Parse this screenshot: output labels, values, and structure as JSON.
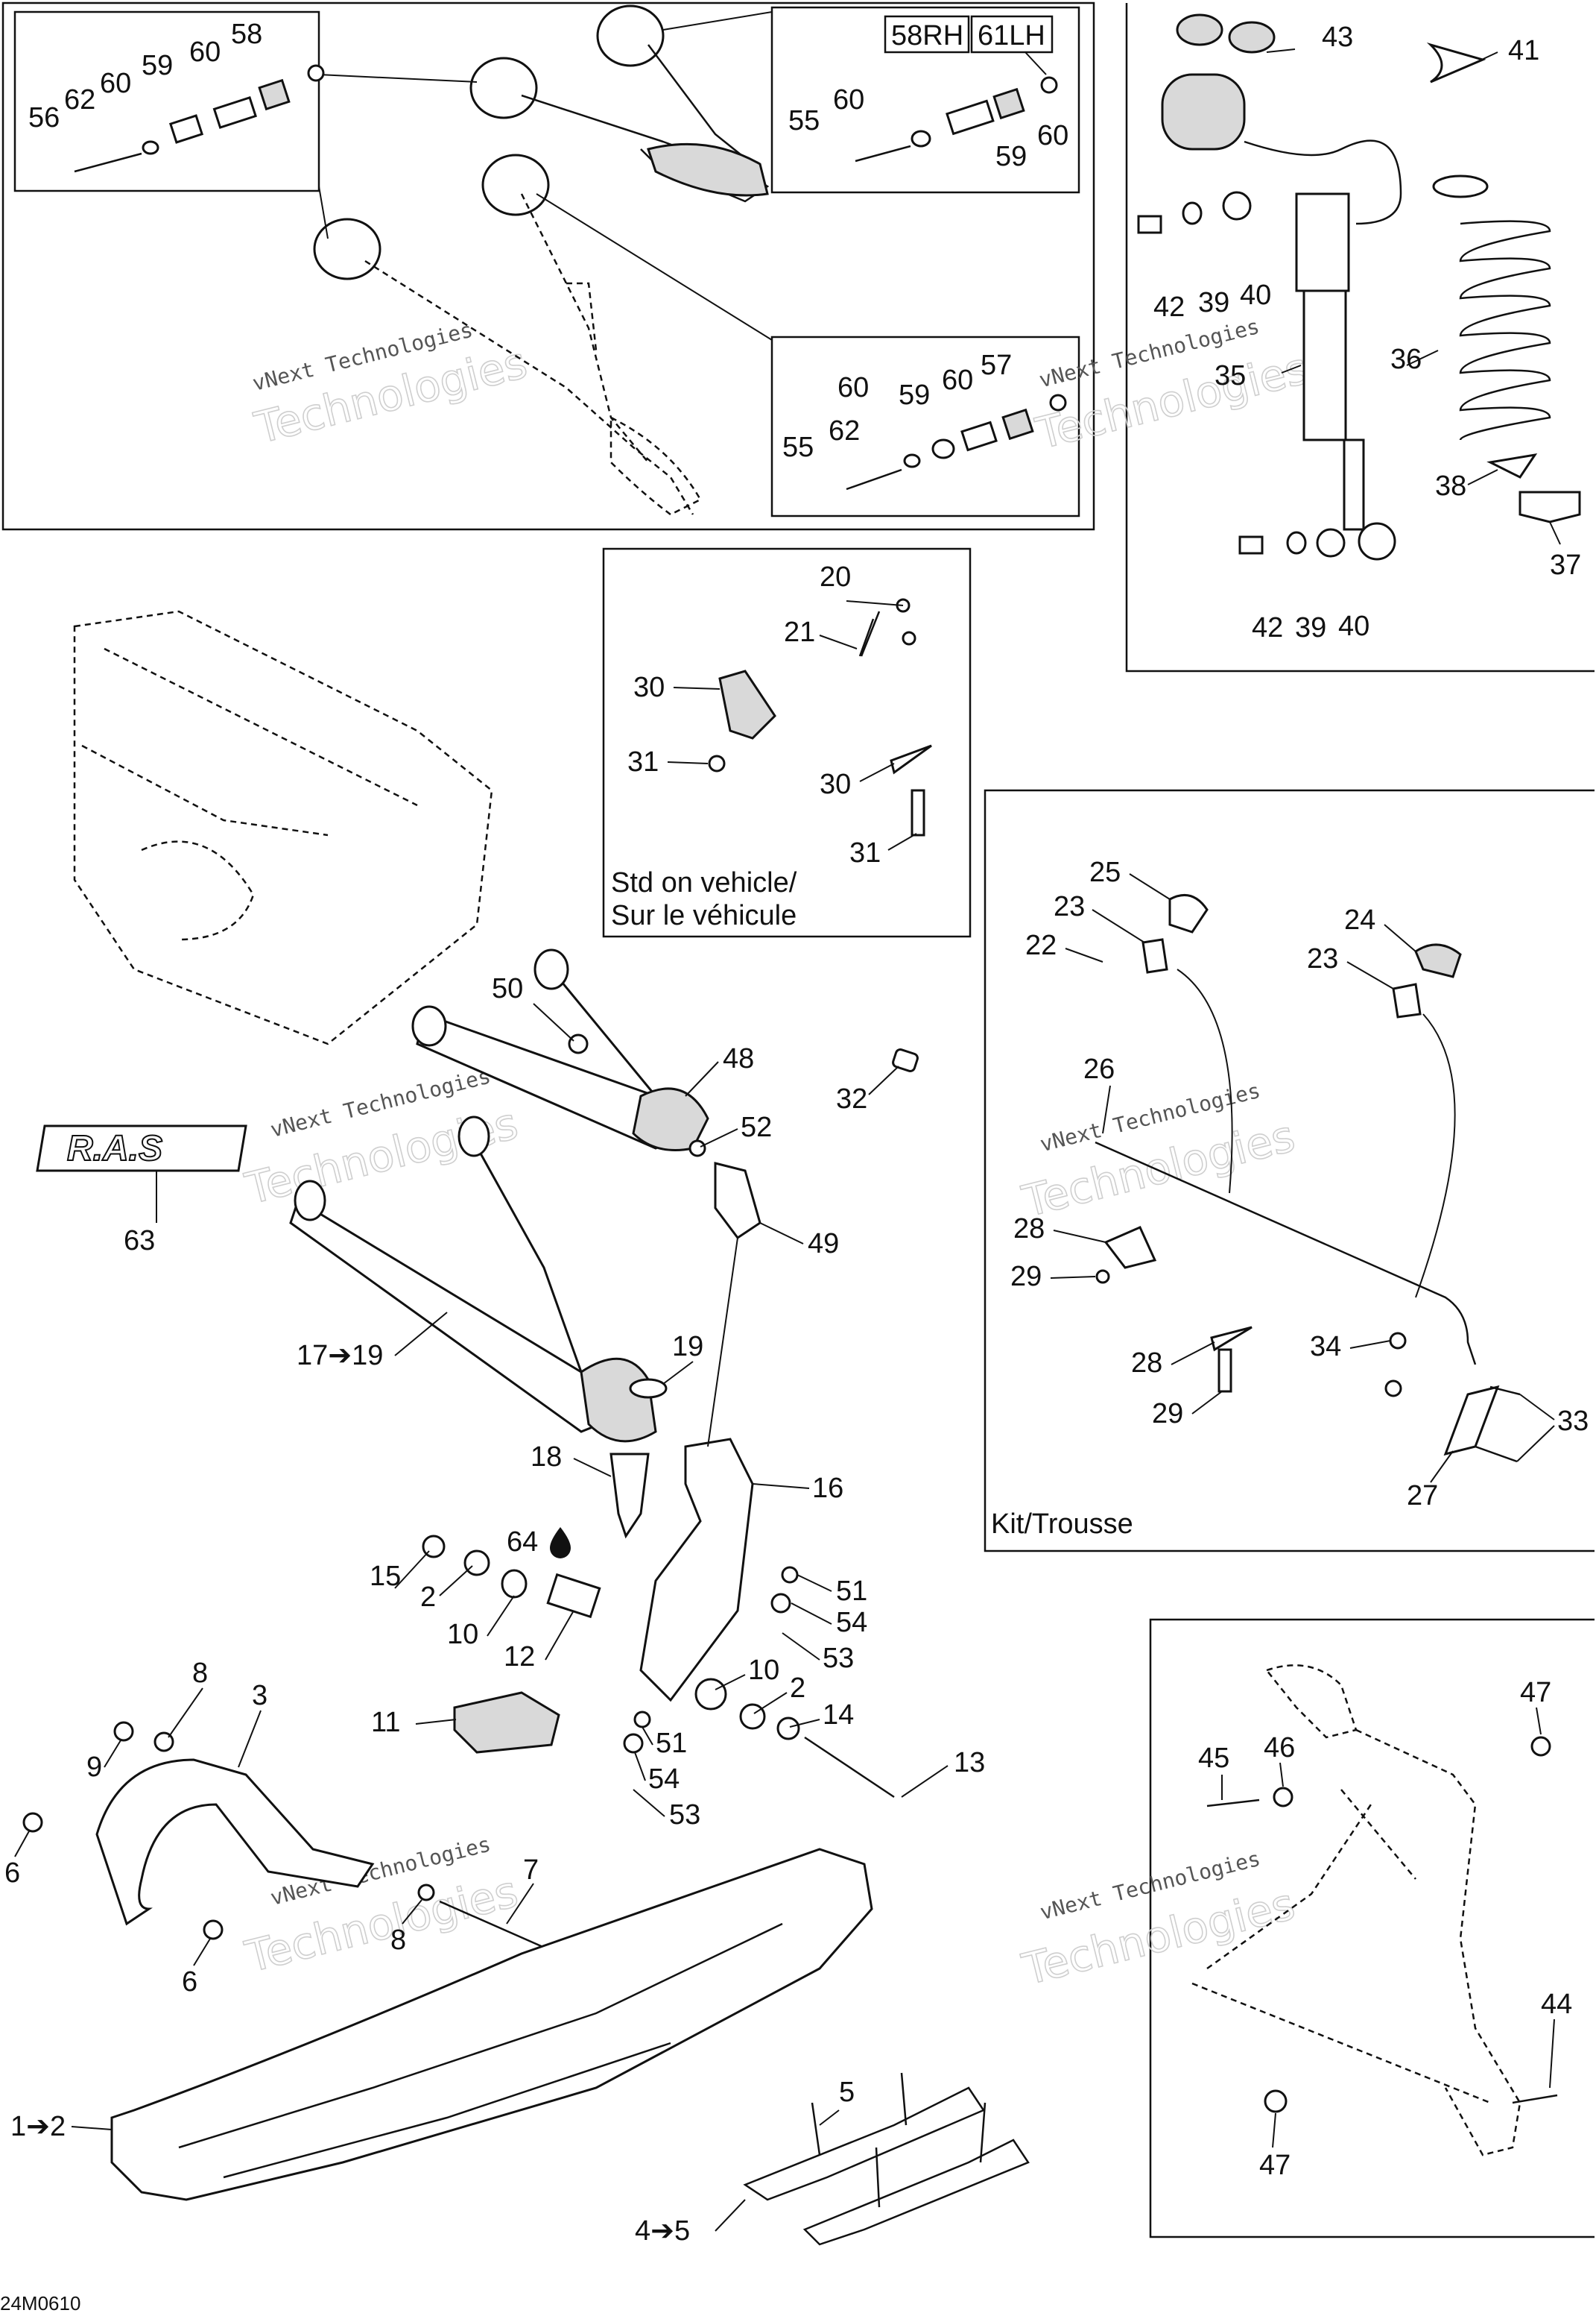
{
  "diagram_code": "24M0610",
  "watermark": {
    "line1": "vNext Technologies",
    "line2": "Technologies"
  },
  "captions": {
    "std_line1": "Std on vehicle/",
    "std_line2": "Sur le véhicule",
    "kit": "Kit/Trousse"
  },
  "tags": {
    "rh": "58RH",
    "lh": "61LH"
  },
  "callouts": {
    "c56": "56",
    "c62a": "62",
    "c60a": "60",
    "c59a": "59",
    "c60b": "60",
    "c58": "58",
    "c55a": "55",
    "c60c": "60",
    "c59b": "59",
    "c60d": "60",
    "c55b": "55",
    "c62b": "62",
    "c60e": "60",
    "c59c": "59",
    "c60f": "60",
    "c57": "57",
    "c43": "43",
    "c41": "41",
    "c42a": "42",
    "c39a": "39",
    "c40a": "40",
    "c36": "36",
    "c35": "35",
    "c38": "38",
    "c37": "37",
    "c42b": "42",
    "c39b": "39",
    "c40b": "40",
    "c20": "20",
    "c21": "21",
    "c30a": "30",
    "c31a": "31",
    "c30b": "30",
    "c31b": "31",
    "c25": "25",
    "c23a": "23",
    "c22": "22",
    "c24": "24",
    "c23b": "23",
    "c26": "26",
    "c28a": "28",
    "c29a": "29",
    "c34": "34",
    "c28b": "28",
    "c29b": "29",
    "c33": "33",
    "c27": "27",
    "c50": "50",
    "c48": "48",
    "c32": "32",
    "c52": "52",
    "c49": "49",
    "c63": "63",
    "c1719": "17➔19",
    "c19": "19",
    "c18": "18",
    "c16": "16",
    "c64": "64",
    "c15": "15",
    "c2a": "2",
    "c10a": "10",
    "c12": "12",
    "c51a": "51",
    "c54a": "54",
    "c53a": "53",
    "c10b": "10",
    "c2b": "2",
    "c14": "14",
    "c51b": "51",
    "c54b": "54",
    "c53b": "53",
    "c13": "13",
    "c11": "11",
    "c8a": "8",
    "c3": "3",
    "c9": "9",
    "c6a": "6",
    "c6b": "6",
    "c7": "7",
    "c8b": "8",
    "c12s": "1➔2",
    "c5": "5",
    "c45": "45",
    "c4": "4➔5",
    "c47a": "47",
    "c46": "46",
    "c44": "44",
    "c47b": "47"
  }
}
